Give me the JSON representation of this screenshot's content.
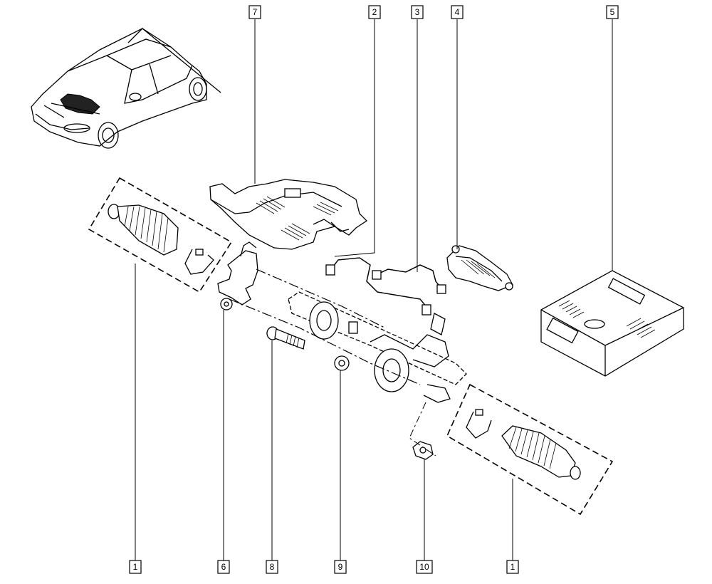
{
  "callouts": [
    {
      "id": "c7",
      "label": "7"
    },
    {
      "id": "c2",
      "label": "2"
    },
    {
      "id": "c3",
      "label": "3"
    },
    {
      "id": "c4",
      "label": "4"
    },
    {
      "id": "c5",
      "label": "5"
    },
    {
      "id": "c1a",
      "label": "1"
    },
    {
      "id": "c6",
      "label": "6"
    },
    {
      "id": "c8",
      "label": "8"
    },
    {
      "id": "c9",
      "label": "9"
    },
    {
      "id": "c10",
      "label": "10"
    },
    {
      "id": "c1b",
      "label": "1"
    }
  ]
}
